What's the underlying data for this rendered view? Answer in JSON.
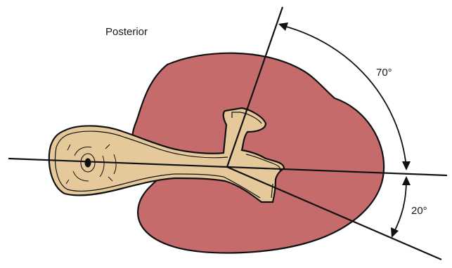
{
  "labels": {
    "posterior": "Posterior",
    "angle_upper": "70°",
    "angle_lower": "20°"
  },
  "colors": {
    "kidney_fill": "#c56b6b",
    "bone_fill": "#e5c99a",
    "line": "#111111"
  }
}
